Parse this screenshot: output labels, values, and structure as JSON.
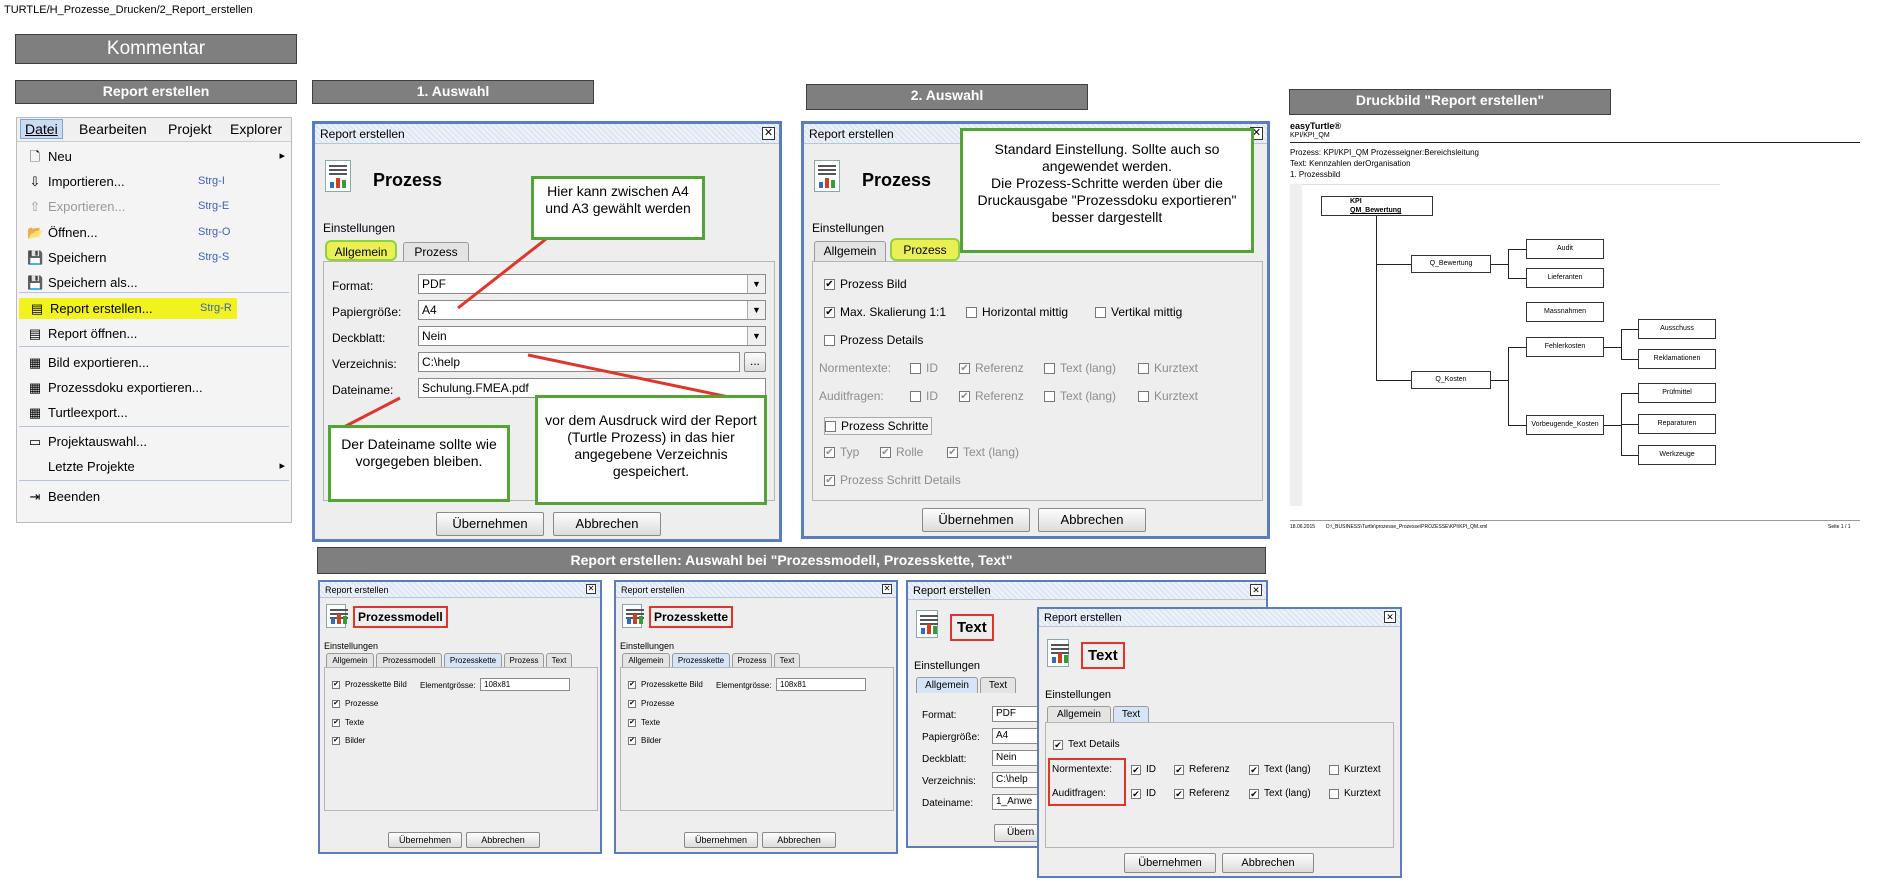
{
  "path": "TURTLE/H_Prozesse_Drucken/2_Report_erstellen",
  "kommentar": "Kommentar",
  "headers": {
    "report": "Report erstellen",
    "ausw1": "1. Auswahl",
    "ausw2": "2. Auswahl",
    "druck": "Druckbild \"Report erstellen\"",
    "bottom": "Report  erstellen: Auswahl bei \"Prozessmodell, Prozesskette, Text\""
  },
  "menubar": [
    "Datei",
    "Bearbeiten",
    "Projekt",
    "Explorer"
  ],
  "menu": [
    {
      "label": "Neu",
      "icon": "new-file-icon",
      "shortcut": "",
      "arrow": "▸",
      "g": "🗋"
    },
    {
      "label": "Importieren...",
      "icon": "import-icon",
      "shortcut": "Strg-I",
      "g": "⇩"
    },
    {
      "label": "Exportieren...",
      "icon": "export-icon",
      "shortcut": "Strg-E",
      "g": "⇧",
      "dis": true
    },
    {
      "label": "Öffnen...",
      "icon": "open-folder-icon",
      "shortcut": "Strg-O",
      "g": "📂"
    },
    {
      "label": "Speichern",
      "icon": "save-icon",
      "shortcut": "Strg-S",
      "g": "💾"
    },
    {
      "label": "Speichern als...",
      "icon": "save-as-icon",
      "shortcut": "",
      "g": "💾"
    },
    {
      "label": "Report erstellen...",
      "icon": "report-icon",
      "shortcut": "Strg-R",
      "g": "▤",
      "hl": true
    },
    {
      "label": "Report öffnen...",
      "icon": "report-open-icon",
      "shortcut": "",
      "g": "▤"
    },
    {
      "label": "Bild exportieren...",
      "icon": "image-export-icon",
      "shortcut": "",
      "g": "▦"
    },
    {
      "label": "Prozessdoku exportieren...",
      "icon": "doc-export-icon",
      "shortcut": "",
      "g": "▦"
    },
    {
      "label": "Turtleexport...",
      "icon": "turtle-export-icon",
      "shortcut": "",
      "g": "▦"
    },
    {
      "label": "Projektauswahl...",
      "icon": "project-folder-icon",
      "shortcut": "",
      "g": "▭"
    },
    {
      "label": "Letzte Projekte",
      "icon": "",
      "shortcut": "",
      "arrow": "▸",
      "g": ""
    },
    {
      "label": "Beenden",
      "icon": "exit-icon",
      "shortcut": "",
      "g": "⇥"
    }
  ],
  "dlg": {
    "title": "Report erstellen",
    "heading": "Prozess",
    "einst": "Einstellungen",
    "tab_allg": "Allgemein",
    "tab_proz": "Prozess",
    "ok": "Übernehmen",
    "cancel": "Abbrechen"
  },
  "d1": {
    "format_l": "Format:",
    "format_v": "PDF",
    "papier_l": "Papiergröße:",
    "papier_v": "A4",
    "deck_l": "Deckblatt:",
    "deck_v": "Nein",
    "verz_l": "Verzeichnis:",
    "verz_v": "C:\\help",
    "browse": "...",
    "datei_l": "Dateiname:",
    "datei_v": "Schulung.FMEA.pdf"
  },
  "callouts": {
    "a4": "Hier kann zwischen A4 und A3 gewählt werden",
    "dateiname": "Der Dateiname sollte wie vorgegeben bleiben.",
    "verz": "vor dem Ausdruck wird der Report (Turtle Prozess) in das hier angegebene Verzeichnis gespeichert.",
    "standard": "Standard Einstellung. Sollte auch so angewendet werden.\nDie Prozess-Schritte werden über die Druckausgabe \"Prozessdoku exportieren\" besser dargestellt"
  },
  "d2": {
    "bild": "Prozess Bild",
    "skal": "Max. Skalierung 1:1",
    "hor": "Horizontal mittig",
    "vert": "Vertikal mittig",
    "details": "Prozess Details",
    "normen": "Normentexte:",
    "audit": "Auditfragen:",
    "id": "ID",
    "ref": "Referenz",
    "textl": "Text (lang)",
    "kurz": "Kurztext",
    "schritte": "Prozess Schritte",
    "typ": "Typ",
    "rolle": "Rolle",
    "stext": "Text (lang)",
    "sdetails": "Prozess Schritt Details"
  },
  "druck": {
    "brand": "easyTurtle®",
    "sub": "KPI/KPI_QM",
    "l1": "Prozess: KPI/KPI_QM Prozesseigner:Bereichsleitung",
    "l2": "Text: Kennzahlen derOrganisation",
    "l3": "1. Prozessbild",
    "root1": "KPI",
    "root2": "QM_Bewertung",
    "q1": "Q_Bewertung",
    "q2": "Q_Kosten",
    "audit": "Audit",
    "lief": "Lieferanten",
    "mass": "Massnahmen",
    "fehl": "Fehlerkosten",
    "vorb": "Vorbeugende_Kosten",
    "aus": "Ausschuss",
    "rekl": "Reklamationen",
    "pruef": "Prüfmittel",
    "rep": "Reparaturen",
    "werk": "Werkzeuge",
    "foot1": "18.06.2015",
    "foot2": "D:\\_BUSINESS\\Turtle\\prozesse_Prozesse\\PROZESSE\\KPI\\KPI_QM.xml",
    "foot3": "Seite 1 / 1"
  },
  "pm": {
    "heading": "Prozessmodell",
    "tabs": [
      "Allgemein",
      "Prozessmodell",
      "Prozesskette",
      "Prozess",
      "Text"
    ],
    "kbild": "Prozesskette Bild",
    "egr": "Elementgrösse:",
    "egr_v": "108x81",
    "proz": "Prozesse",
    "texte": "Texte",
    "bilder": "Bilder"
  },
  "pk": {
    "heading": "Prozesskette",
    "tabs": [
      "Allgemein",
      "Prozesskette",
      "Prozess",
      "Text"
    ]
  },
  "tx": {
    "heading": "Text",
    "tabs": [
      "Allgemein",
      "Text"
    ],
    "format_v": "PDF",
    "papier_v": "A4",
    "deck_v": "Nein",
    "verz_v": "C:\\help",
    "datei_v": "1_Anwe",
    "ok_partial": "Übern",
    "details": "Text Details"
  }
}
